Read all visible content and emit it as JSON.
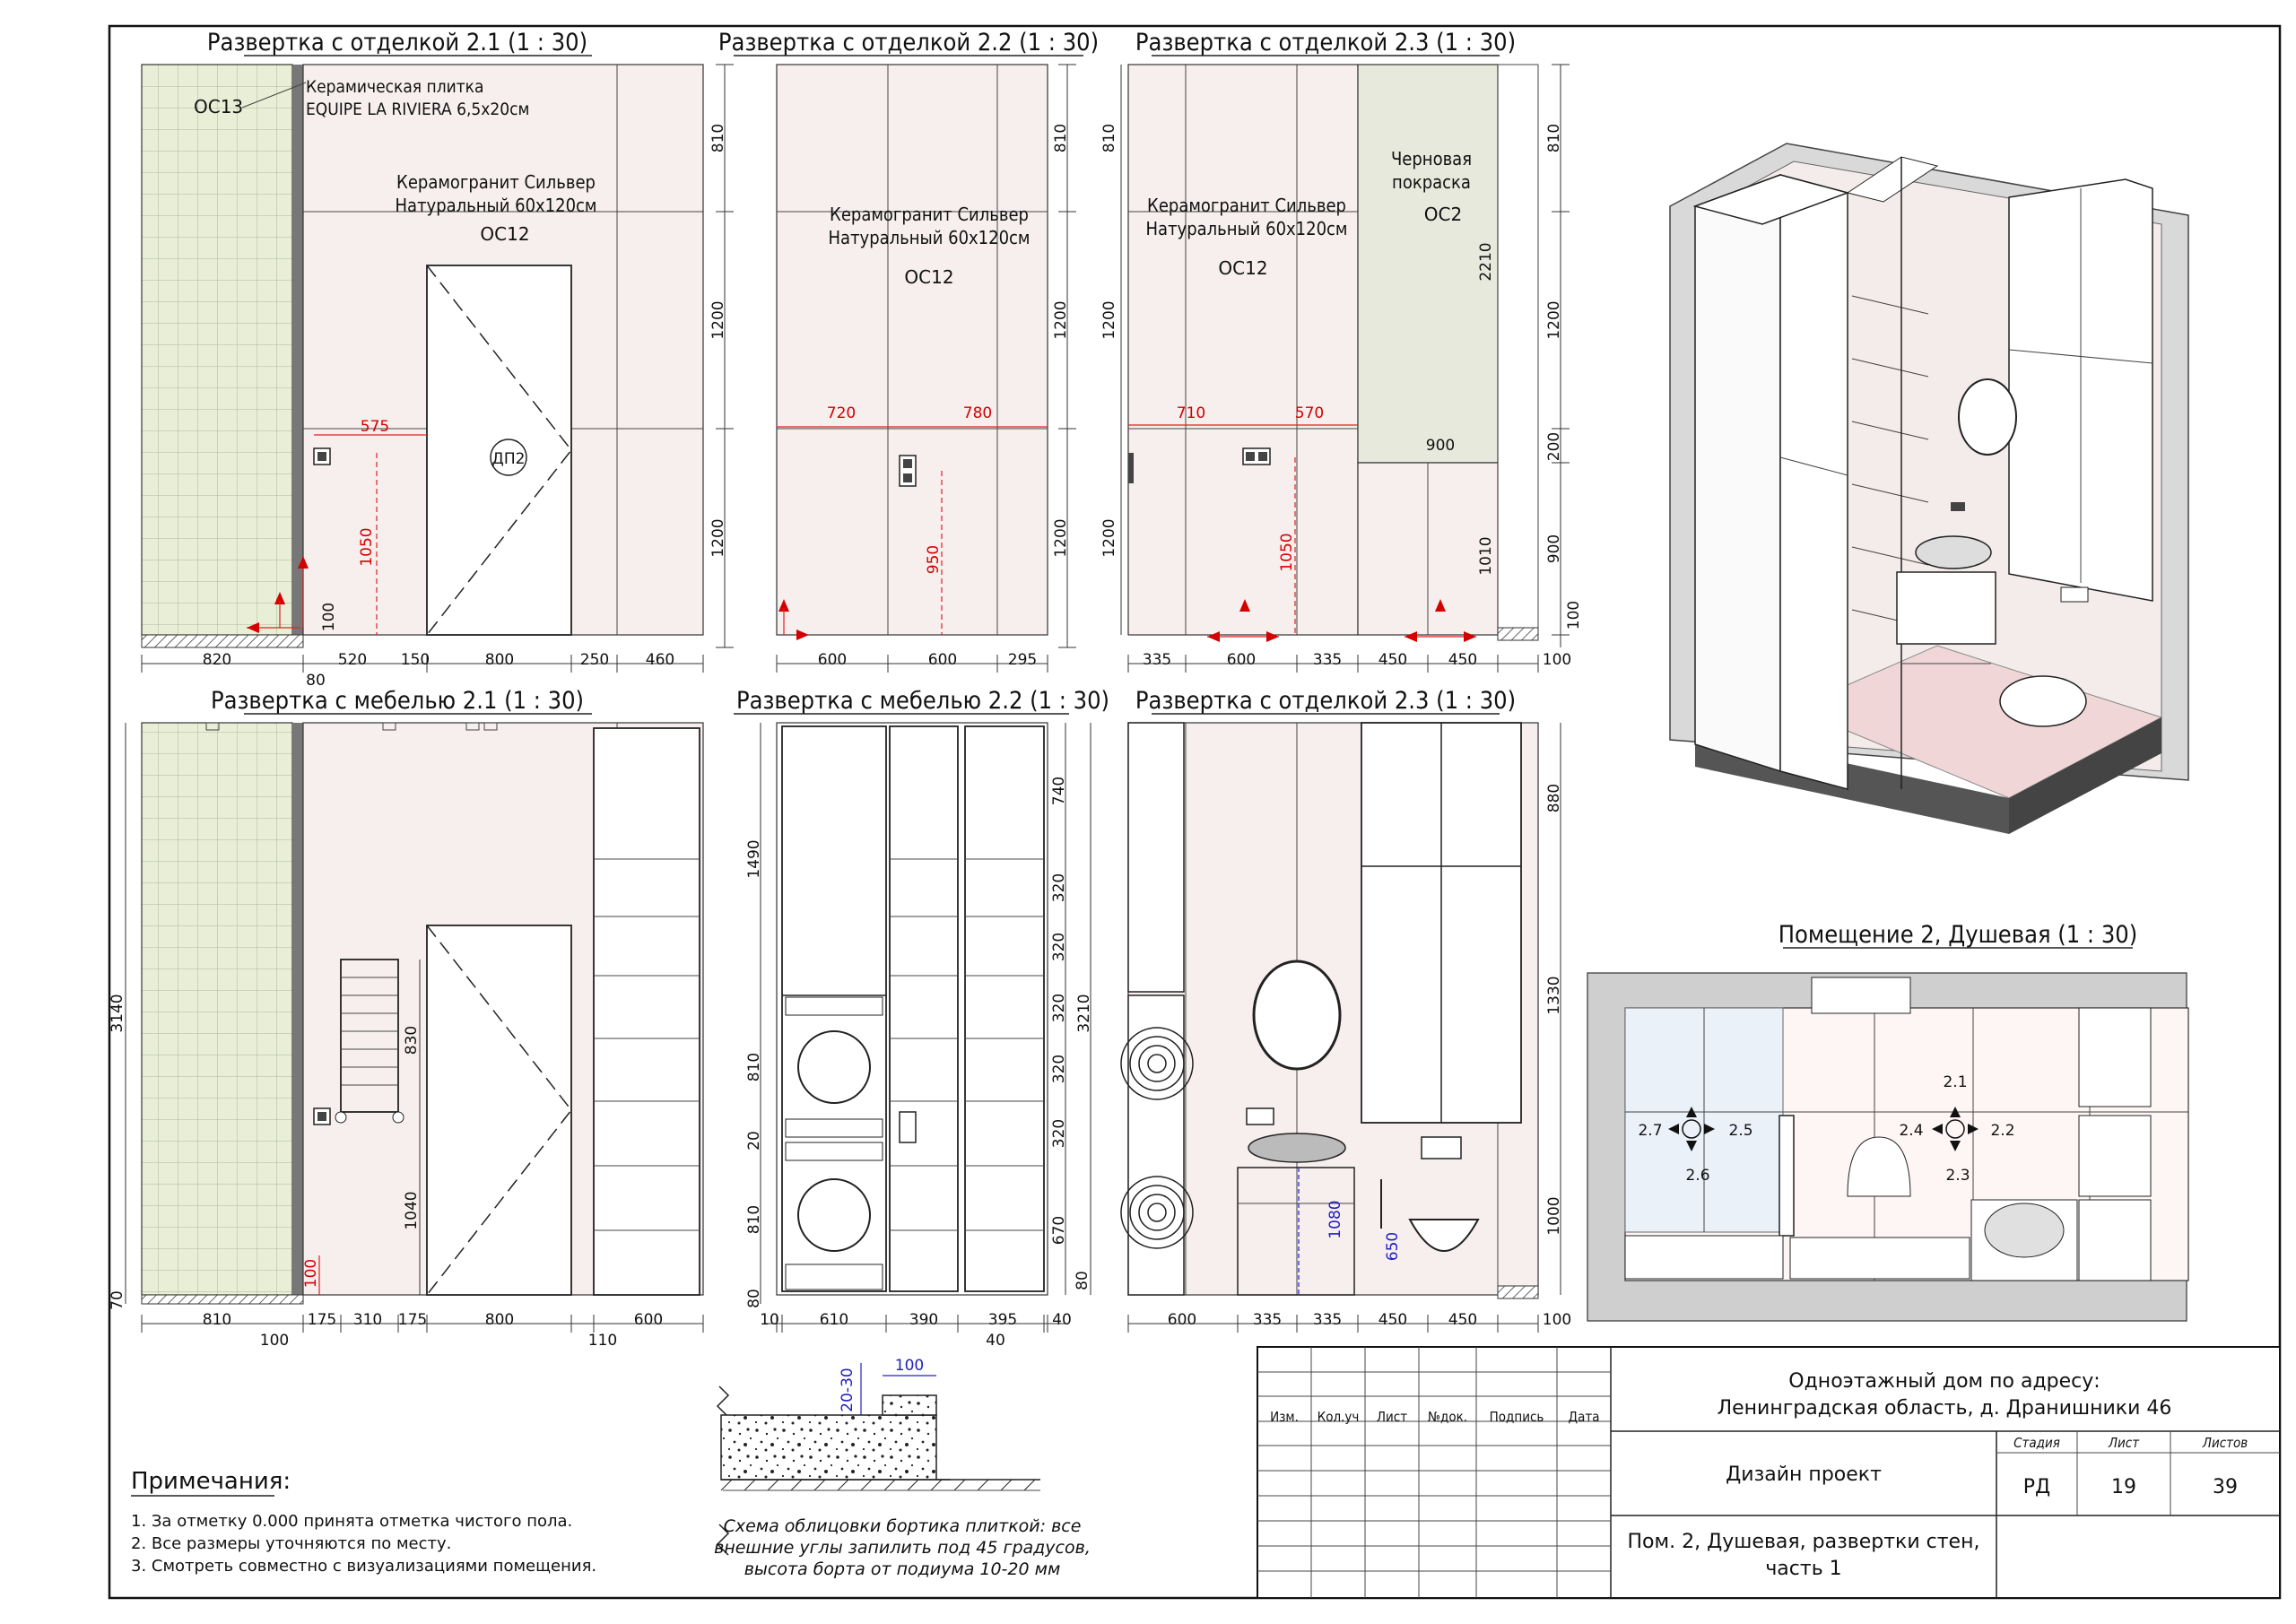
{
  "elevations": {
    "e1_title": "Развертка с отделкой 2.1 (1 : 30)",
    "e2_title": "Развертка с отделкой 2.2 (1 : 30)",
    "e3_title": "Развертка с отделкой 2.3 (1 : 30)",
    "f1_title": "Развертка с мебелью 2.1 (1 : 30)",
    "f2_title": "Развертка с мебелью 2.2 (1 : 30)",
    "f3_title": "Развертка с отделкой 2.3 (1 : 30)",
    "plan_title": "Помещение 2, Душевая (1 : 30)"
  },
  "labels": {
    "oc13": "ОС13",
    "ceramic_1": "Керамическая плитка",
    "ceramic_2": "EQUIPE LA RIVIERA 6,5x20см",
    "kg_1": "Керамогранит Сильвер",
    "kg_2": "Натуральный 60x120см",
    "oc12": "ОС12",
    "dp2": "ДП2",
    "paint_1": "Черновая",
    "paint_2": "покраска",
    "oc2": "ОС2"
  },
  "dims": {
    "d575": "575",
    "d1050": "1050",
    "d100": "100",
    "d820": "820",
    "d520": "520",
    "d150": "150",
    "d800": "800",
    "d250": "250",
    "d460": "460",
    "d80": "80",
    "r810": "810",
    "r1200": "1200",
    "r1200b": "1200",
    "r100": "100",
    "d720": "720",
    "d780": "780",
    "d950": "950",
    "d600": "600",
    "d600b": "600",
    "d295": "295",
    "d710": "710",
    "d570": "570",
    "d2210": "2210",
    "d900": "900",
    "d1010": "1010",
    "d335": "335",
    "d335b": "335",
    "d450": "450",
    "d450b": "450",
    "r200": "200",
    "r900": "900",
    "f3140": "3140",
    "f830": "830",
    "f1040": "1040",
    "f100r": "100",
    "f70": "70",
    "f810": "810",
    "f175": "175",
    "f310": "310",
    "f175b": "175",
    "f800": "800",
    "f600": "600",
    "f100": "100",
    "f110": "110",
    "g1490": "1490",
    "g810": "810",
    "g20": "20",
    "g810b": "810",
    "g80": "80",
    "g740": "740",
    "g320a": "320",
    "g320b": "320",
    "g320c": "320",
    "g320d": "320",
    "g320e": "320",
    "g670": "670",
    "g3210": "3210",
    "g80b": "80",
    "g10": "10",
    "g610": "610",
    "g390": "390",
    "g395": "395",
    "g40": "40",
    "g40b": "40",
    "h880": "880",
    "h1330": "1330",
    "h1000": "1000",
    "h1080": "1080",
    "h650": "650",
    "h600": "600",
    "h335": "335",
    "h335b": "335",
    "h450": "450",
    "h450b": "450",
    "h100": "100",
    "k2030": "20-30",
    "k100": "100"
  },
  "plan_marks": {
    "m21": "2.1",
    "m22": "2.2",
    "m23": "2.3",
    "m24": "2.4",
    "m25": "2.5",
    "m26": "2.6",
    "m27": "2.7"
  },
  "notes": {
    "title": "Примечания:",
    "n1": "1.   За отметку 0.000 принята отметка чистого пола.",
    "n2": "2.   Все размеры уточняются по месту.",
    "n3": "3.   Смотреть совместно с визуализациями помещения."
  },
  "detail": {
    "caption_1": "Схема облицовки бортика плиткой: все",
    "caption_2": "внешние углы запилить под 45 градусов,",
    "caption_3": "высота борта от подиума 10-20 мм"
  },
  "titleblock": {
    "izm": "Изм.",
    "kol": "Кол.уч",
    "list": "Лист",
    "ndoc": "№док.",
    "podpis": "Подпись",
    "data": "Дата",
    "project_1": "Одноэтажный дом по адресу:",
    "project_2": "Ленинградская область, д. Дранишники 46",
    "design": "Дизайн проект",
    "stage_h": "Стадия",
    "sheet_h": "Лист",
    "sheets_h": "Листов",
    "stage": "РД",
    "sheet": "19",
    "sheets": "39",
    "name_1": "Пом. 2, Душевая, развертки стен,",
    "name_2": "часть 1"
  },
  "colors": {
    "wall": "#f7efee",
    "tile": "#e9efd7",
    "paint": "#e6e9dc",
    "dim_red": "#d40000"
  }
}
